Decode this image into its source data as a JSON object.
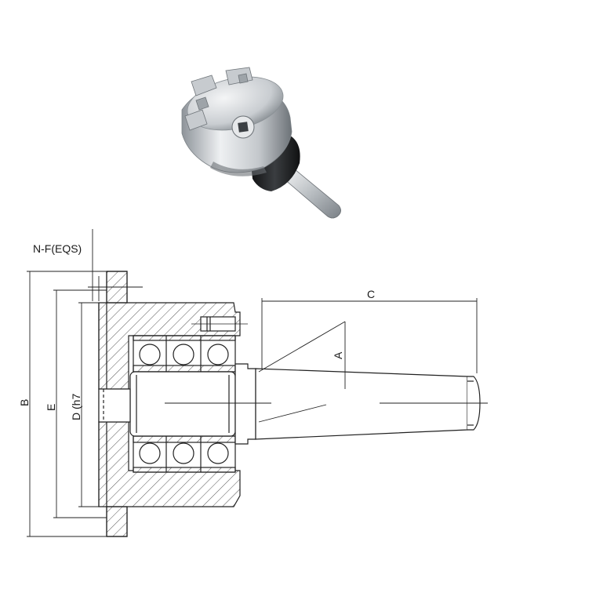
{
  "product_photo": {
    "subject": "three-jaw lathe chuck with taper shank",
    "colors": {
      "steel_light": "#d9dcdf",
      "steel_mid": "#a9aeb3",
      "steel_dark": "#5e6469",
      "black_collar": "#1c1e20"
    }
  },
  "drawing": {
    "labels": {
      "n_f": "N-F(EQS)",
      "a": "A",
      "b": "B",
      "c": "C",
      "d": "D (h7",
      "e": "E"
    },
    "colors": {
      "line": "#222222",
      "hatch": "#555555"
    }
  }
}
